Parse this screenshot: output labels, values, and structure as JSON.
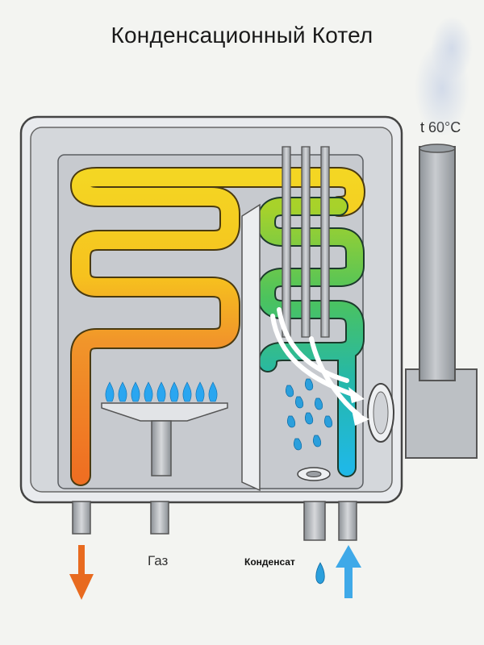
{
  "diagram": {
    "title": "Конденсационный Котел",
    "flue_temperature": "t 60°C",
    "gas_label": "Газ",
    "condensate_label": "Конденсат"
  },
  "colors": {
    "pipe_hot_yellow": "#f2d21e",
    "pipe_hot_orange": "#f07a24",
    "pipe_green": "#7cc72a",
    "pipe_teal": "#2fb89a",
    "pipe_cyan": "#2ab6e0",
    "arrow_out": "#e86a1f",
    "arrow_in": "#3fa9e8",
    "flame": "#2aa6f0",
    "water_drop": "#2b9fdc"
  }
}
